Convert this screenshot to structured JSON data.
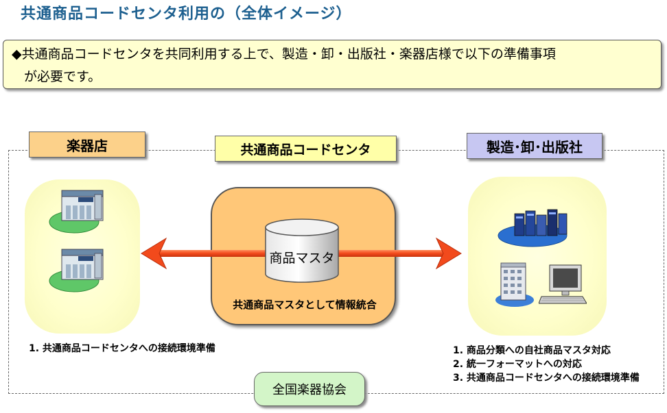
{
  "title": "共通商品コードセンタ利用の（全体イメージ）",
  "intro": {
    "line1": "◆共通商品コードセンタを共同利用する上で、製造・卸・出版社・楽器店様で以下の準備事項",
    "line2": "が必要です。"
  },
  "labels": {
    "store": "楽器店",
    "center": "共通商品コードセンタ",
    "maker": "製造･卸･出版社",
    "association": "全国楽器協会"
  },
  "center": {
    "database_label": "商品マスタ",
    "caption": "共通商品マスタとして情報統合"
  },
  "store_tasks": [
    "1. 共通商品コードセンタへの接続環境準備"
  ],
  "maker_tasks": [
    "1. 商品分類への自社商品マスタ対応",
    "2. 統一フォーマットへの対応",
    "3. 共通商品コードセンタへの接続環境準備"
  ],
  "colors": {
    "title": "#1c5f8f",
    "arrow": "#f24a1c",
    "store_label": "#fcd18a",
    "center_label": "#ffffa8",
    "maker_label": "#c7c7f2",
    "association_label": "#d3f5c8",
    "center_box": "#ffc778"
  },
  "icons": {
    "store_terminals": [
      "store-terminal-icon",
      "store-terminal-icon"
    ],
    "maker_systems": [
      "server-rack-icon",
      "office-building-icon",
      "desktop-computer-icon"
    ],
    "database": "database-cylinder-icon"
  }
}
